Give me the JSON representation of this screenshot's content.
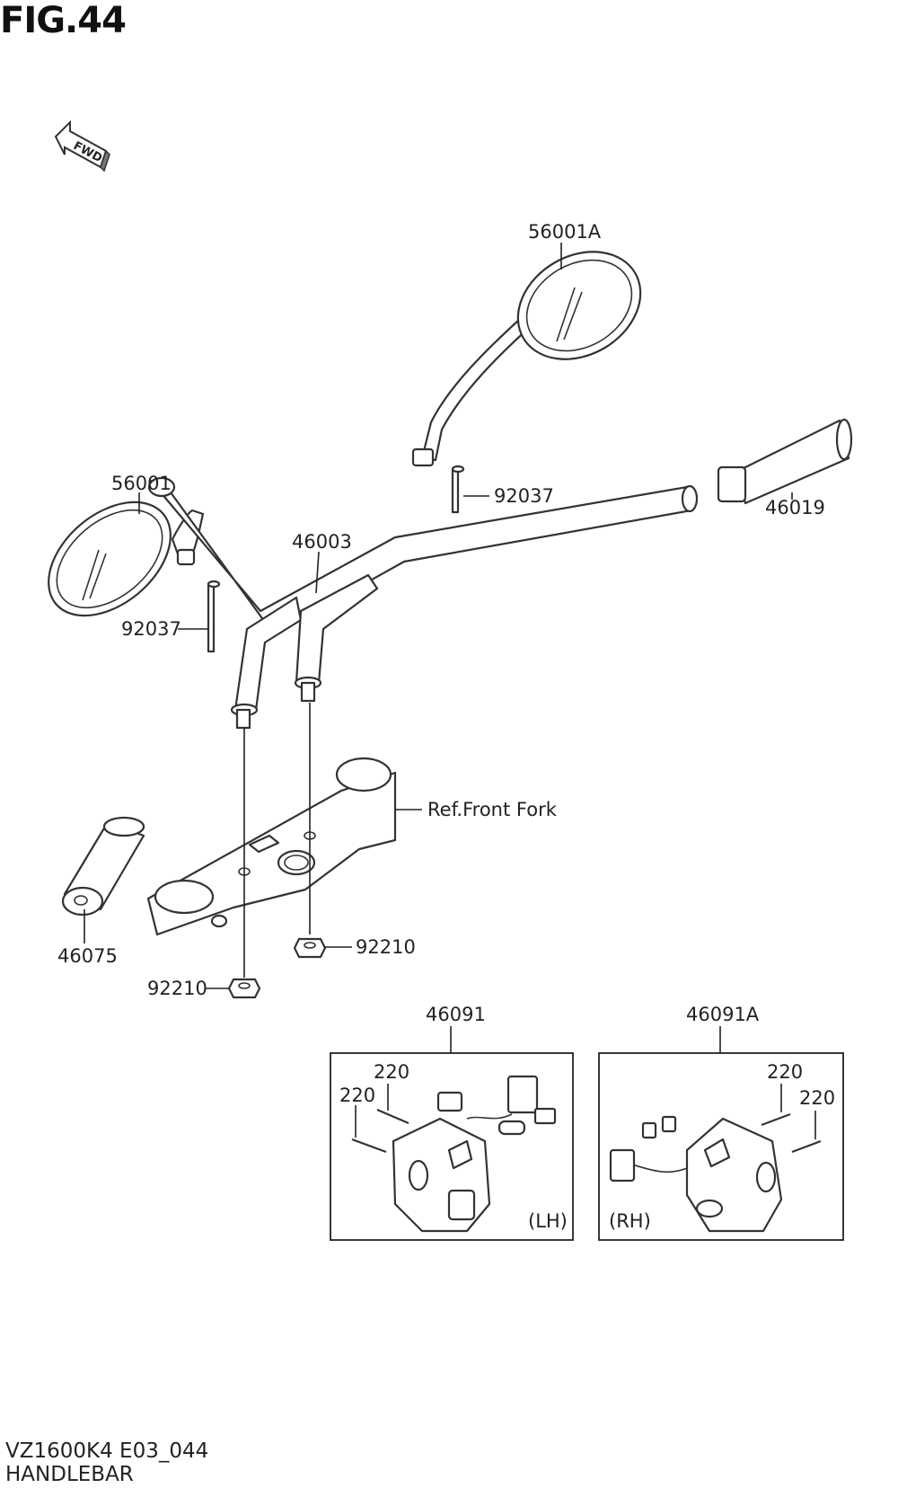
{
  "figure": {
    "title": "FIG.44"
  },
  "fwd_arrow": {
    "label": "FWD",
    "icon": "fwd-arrow-icon"
  },
  "callouts": {
    "mirror_rh": "56001A",
    "mirror_lh": "56001",
    "handlebar": "46003",
    "cable_tie_rh": "92037",
    "cable_tie_lh": "92037",
    "grip_rh": "46019",
    "grip_lh": "46075",
    "ref_front_fork": "Ref.Front Fork",
    "nut_rh": "92210",
    "nut_lh": "92210",
    "switch_lh": "46091",
    "switch_rh": "46091A",
    "screw_lh_upper": "220",
    "screw_lh_lower": "220",
    "screw_rh_upper": "220",
    "screw_rh_lower": "220"
  },
  "boxes": {
    "lh_tag": "(LH)",
    "rh_tag": "(RH)"
  },
  "footer": {
    "model_code": "VZ1600K4 E03_044",
    "section_name": "HANDLEBAR"
  }
}
